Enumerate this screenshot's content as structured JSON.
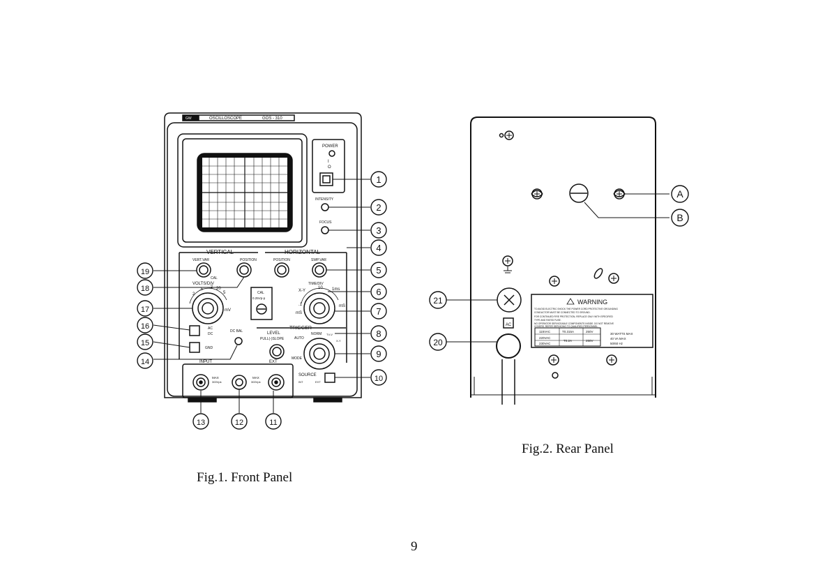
{
  "front": {
    "caption": "Fig.1. Front Panel",
    "brand": "GW",
    "header_title": "OSCILLOSCOPE",
    "model": "GOS - 310",
    "power_label": "POWER",
    "power_on": "I",
    "power_off": "O",
    "intensity_label": "INTENSITY",
    "focus_label": "FOCUS",
    "vertical_label": "VERTICAL",
    "horizontal_label": "HORIZONTAL",
    "vert_var_label": "VERT.VAR",
    "position_label": "POSITION",
    "cal_mark": "CAL",
    "volts_div_label": "VOLTS/DIV",
    "volts_ticks": [
      "2",
      ".5",
      ".2",
      "5",
      "20",
      "mV"
    ],
    "swp_var_label": "SWP.VAR",
    "time_div_label": "TIME/DIV",
    "time_ticks": [
      "10",
      "X-Y",
      "1ms",
      "mS",
      ".1",
      "mS"
    ],
    "cal_box_line1": "CAL",
    "cal_box_line2": "0.25Vp-p",
    "ac_label": "AC",
    "dc_label": "DC",
    "gnd_label": "GND",
    "dc_bal_label": "DC BAL",
    "trigger_label": "TRIGGER",
    "level_label": "LEVEL",
    "pull_slope_label": "PULL(-)SLOPE",
    "auto_label": "AUTO",
    "norm_label": "NORM",
    "tvv_label": "TV-V",
    "xy_label": "X-Y",
    "mode_label": "MODE",
    "source_label": "SOURCE",
    "int_label": "INT",
    "ext_small_label": "EXT",
    "input_label": "INPUT",
    "ext_label": "EXT",
    "max_label": "MAX",
    "max_value": "300Vpk",
    "callouts": [
      "1",
      "2",
      "3",
      "4",
      "5",
      "6",
      "7",
      "8",
      "9",
      "10",
      "11",
      "12",
      "13",
      "14",
      "15",
      "16",
      "17",
      "18",
      "19"
    ]
  },
  "rear": {
    "caption": "Fig.2. Rear Panel",
    "ac_label": "AC",
    "warning_title": "WARNING",
    "warning_lines": [
      "TO AVOID ELECTRIC SHOCK THE POWER CORD PROTECTIVE GROUNDING",
      "CONDUCTOR MUST BE CONNECTED TO GROUND.",
      "FOR CONTINUED FIRE PROTECTION, REPLACE ONLY WITH SPECIFIED",
      "TYPE AND RATED FUSE.",
      "NO OPERATOR SERVICEABLE COMPONENTS INSIDE. DO NOT REMOVE",
      "COVERS. REFER SERVICING TO QUALIFIED PERSONNEL."
    ],
    "table_volts": [
      "115VAC",
      "220VAC",
      "230VAC"
    ],
    "table_fuse": [
      "T0.315A",
      "T0.2A"
    ],
    "table_fuse_v": [
      "250V",
      "250V"
    ],
    "power_spec": [
      "30 WATTS MAX",
      "40 VA MAX",
      "50/60 Hz"
    ],
    "callouts": [
      "A",
      "B",
      "21",
      "20"
    ]
  },
  "page_number": "9"
}
